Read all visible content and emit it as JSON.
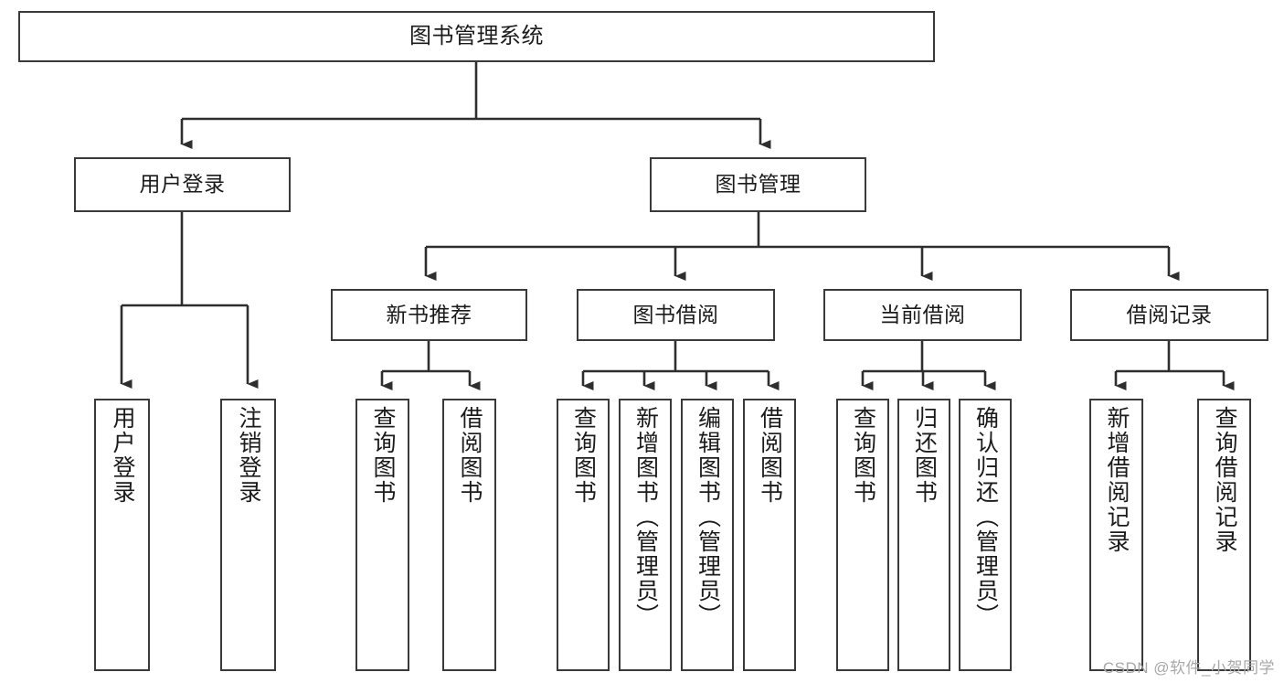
{
  "diagram": {
    "title": "图书管理系统",
    "type": "hierarchy-tree",
    "colors": {
      "stroke": "#3a3a3a",
      "fill": "#ffffff",
      "text": "#1b1b1b",
      "watermark": "#a8a8a8"
    },
    "levels": {
      "root": {
        "label": "图书管理系统"
      },
      "level2": [
        {
          "label": "用户登录"
        },
        {
          "label": "图书管理"
        }
      ],
      "level3": [
        {
          "label": "新书推荐"
        },
        {
          "label": "图书借阅"
        },
        {
          "label": "当前借阅"
        },
        {
          "label": "借阅记录"
        }
      ],
      "leaves": {
        "user_login": [
          {
            "label": "用户登录"
          },
          {
            "label": "注销登录"
          }
        ],
        "new_book_recommend": [
          {
            "label": "查询图书"
          },
          {
            "label": "借阅图书"
          }
        ],
        "book_borrow": [
          {
            "label": "查询图书"
          },
          {
            "label": "新增图书（管理员）"
          },
          {
            "label": "编辑图书（管理员）"
          },
          {
            "label": "借阅图书"
          }
        ],
        "current_borrow": [
          {
            "label": "查询图书"
          },
          {
            "label": "归还图书"
          },
          {
            "label": "确认归还（管理员）"
          }
        ],
        "borrow_records": [
          {
            "label": "新增借阅记录"
          },
          {
            "label": "查询借阅记录"
          }
        ]
      }
    },
    "watermark": "CSDN @软件_小贺同学"
  }
}
